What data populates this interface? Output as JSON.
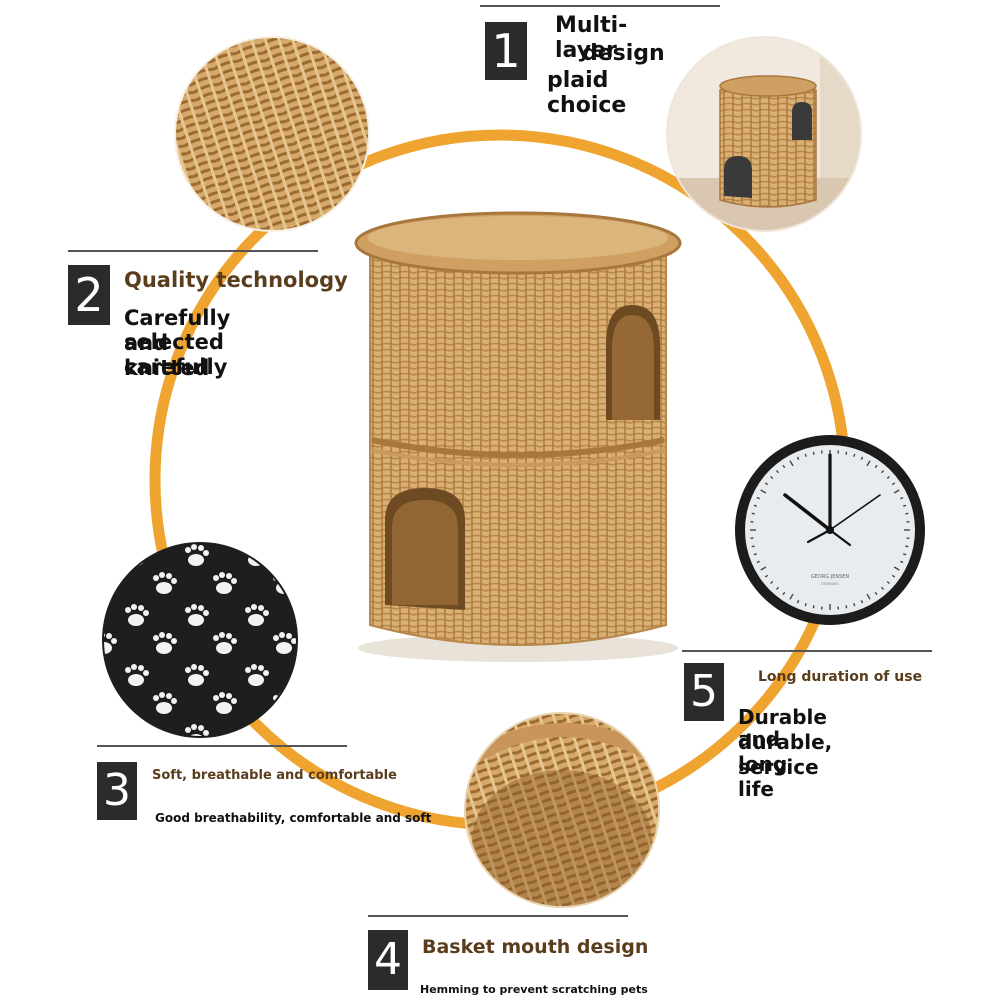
{
  "features": [
    {
      "number": "1",
      "lines": [
        "Multi-layer",
        "design",
        "plaid choice"
      ]
    },
    {
      "number": "2",
      "title": "Quality technology",
      "lines": [
        "Carefully selected",
        "and carefully",
        "knitted"
      ]
    },
    {
      "number": "3",
      "title": "Soft, breathable and comfortable",
      "detail": "Good breathability, comfortable and soft"
    },
    {
      "number": "4",
      "title": "Basket mouth design",
      "detail": "Hemming to prevent scratching pets"
    },
    {
      "number": "5",
      "title": "Long duration of use",
      "lines": [
        "Durable and",
        "durable, long",
        "service life"
      ]
    }
  ],
  "clock": {
    "brand": "GEORG JENSEN",
    "subtext": "DENMARK"
  },
  "colors": {
    "ring": "#f0a430",
    "wicker": "#d9b072",
    "wicker_dark": "#a8773d",
    "number_box": "#2b2b2b",
    "heading": "#5a3d1c"
  }
}
